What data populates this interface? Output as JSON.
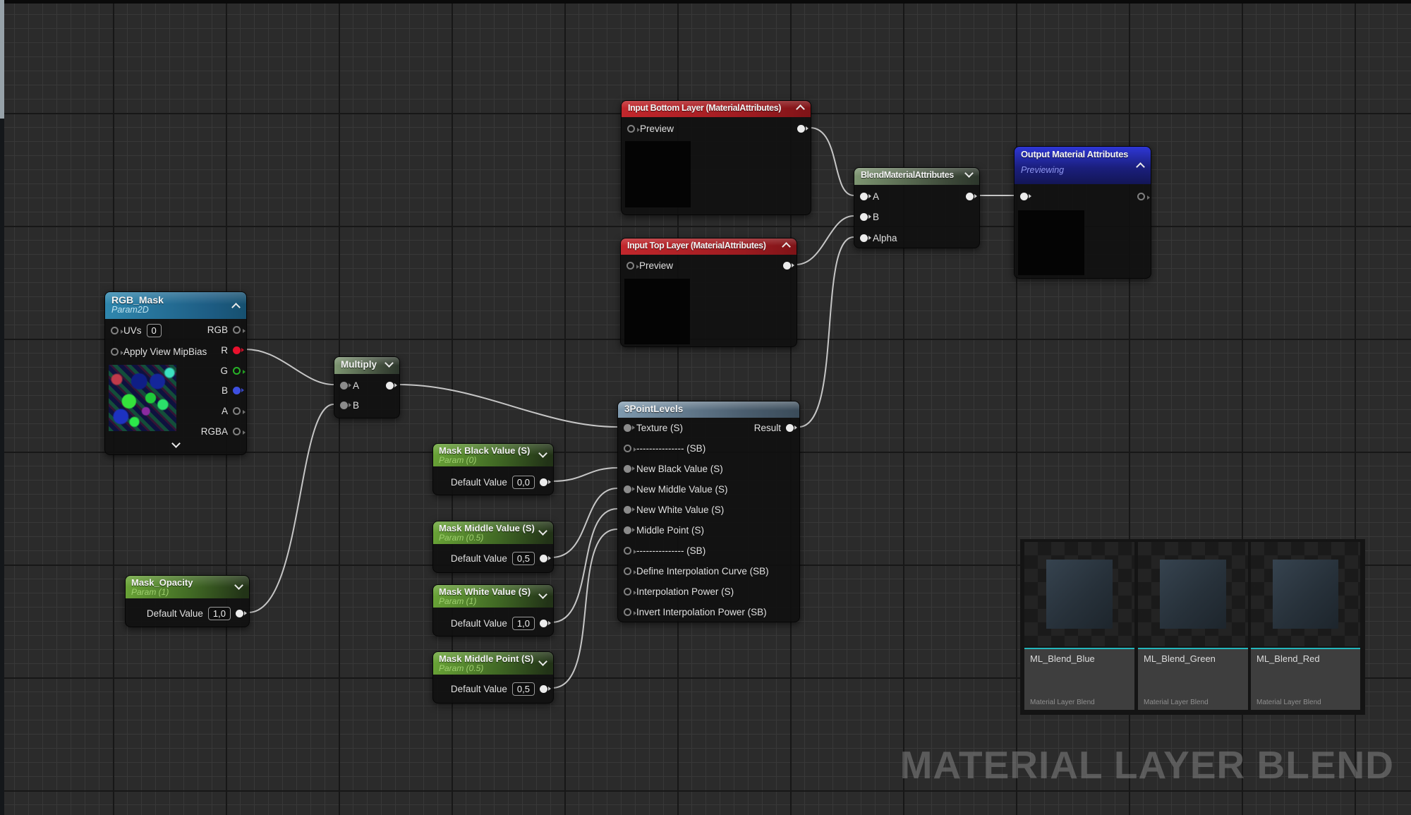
{
  "watermark": "MATERIAL LAYER BLEND",
  "colors": {
    "wire": "#d4d4d4",
    "input_header_red": "#c2272c",
    "texture_header_teal": "#2f87ae",
    "param_header_green": "#6aa537",
    "function_header_sage": "#7d9571",
    "output_header_blue": "#2e37d6",
    "asset_accent_teal": "#23b6bb"
  },
  "nodes": {
    "input_bottom": {
      "title": "Input Bottom Layer (MaterialAttributes)",
      "pins": {
        "preview": "Preview"
      }
    },
    "input_top": {
      "title": "Input Top Layer (MaterialAttributes)",
      "pins": {
        "preview": "Preview"
      }
    },
    "blend": {
      "title": "BlendMaterialAttributes",
      "pins": {
        "a": "A",
        "b": "B",
        "alpha": "Alpha"
      }
    },
    "output": {
      "title": "Output Material Attributes",
      "subtitle": "Previewing"
    },
    "rgb_mask": {
      "title": "RGB_Mask",
      "subtitle": "Param2D",
      "pins": {
        "uvs": "UVs",
        "uvs_value": "0",
        "mipbias": "Apply View MipBias",
        "rgb": "RGB",
        "r": "R",
        "g": "G",
        "b": "B",
        "a": "A",
        "rgba": "RGBA"
      }
    },
    "multiply": {
      "title": "Multiply",
      "pins": {
        "a": "A",
        "b": "B"
      }
    },
    "three_point_levels": {
      "title": "3PointLevels",
      "result_label": "Result",
      "inputs": [
        "Texture (S)",
        "--------------- (SB)",
        "New Black Value (S)",
        "New Middle Value (S)",
        "New White Value (S)",
        "Middle Point (S)",
        "--------------- (SB)",
        "Define Interpolation Curve (SB)",
        "Interpolation Power (S)",
        "Invert Interpolation Power (SB)"
      ]
    },
    "mask_black": {
      "title": "Mask Black Value (S)",
      "subtitle": "Param (0)",
      "default_label": "Default Value",
      "default_value": "0,0"
    },
    "mask_middle_value": {
      "title": "Mask Middle Value (S)",
      "subtitle": "Param (0.5)",
      "default_label": "Default Value",
      "default_value": "0,5"
    },
    "mask_white": {
      "title": "Mask White Value (S)",
      "subtitle": "Param (1)",
      "default_label": "Default Value",
      "default_value": "1,0"
    },
    "mask_middle_point": {
      "title": "Mask Middle Point (S)",
      "subtitle": "Param (0.5)",
      "default_label": "Default Value",
      "default_value": "0,5"
    },
    "mask_opacity": {
      "title": "Mask_Opacity",
      "subtitle": "Param (1)",
      "default_label": "Default Value",
      "default_value": "1,0"
    }
  },
  "assets": [
    {
      "name": "ML_Blend_Blue",
      "type": "Material Layer Blend"
    },
    {
      "name": "ML_Blend_Green",
      "type": "Material Layer Blend"
    },
    {
      "name": "ML_Blend_Red",
      "type": "Material Layer Blend"
    }
  ]
}
